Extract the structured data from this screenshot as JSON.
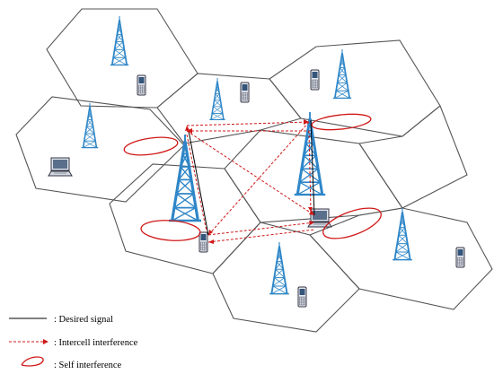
{
  "legend": {
    "desired_signal": ": Desired signal",
    "intercell_interference": ": Intercell interference",
    "self_interference": ": Self interference"
  },
  "colors": {
    "tower": "#2e86c8",
    "interference": "#d01818",
    "cell_edge": "#555555",
    "signal": "#000000"
  },
  "icons": [
    "cell-tower-icon",
    "mobile-phone-icon",
    "laptop-icon"
  ]
}
